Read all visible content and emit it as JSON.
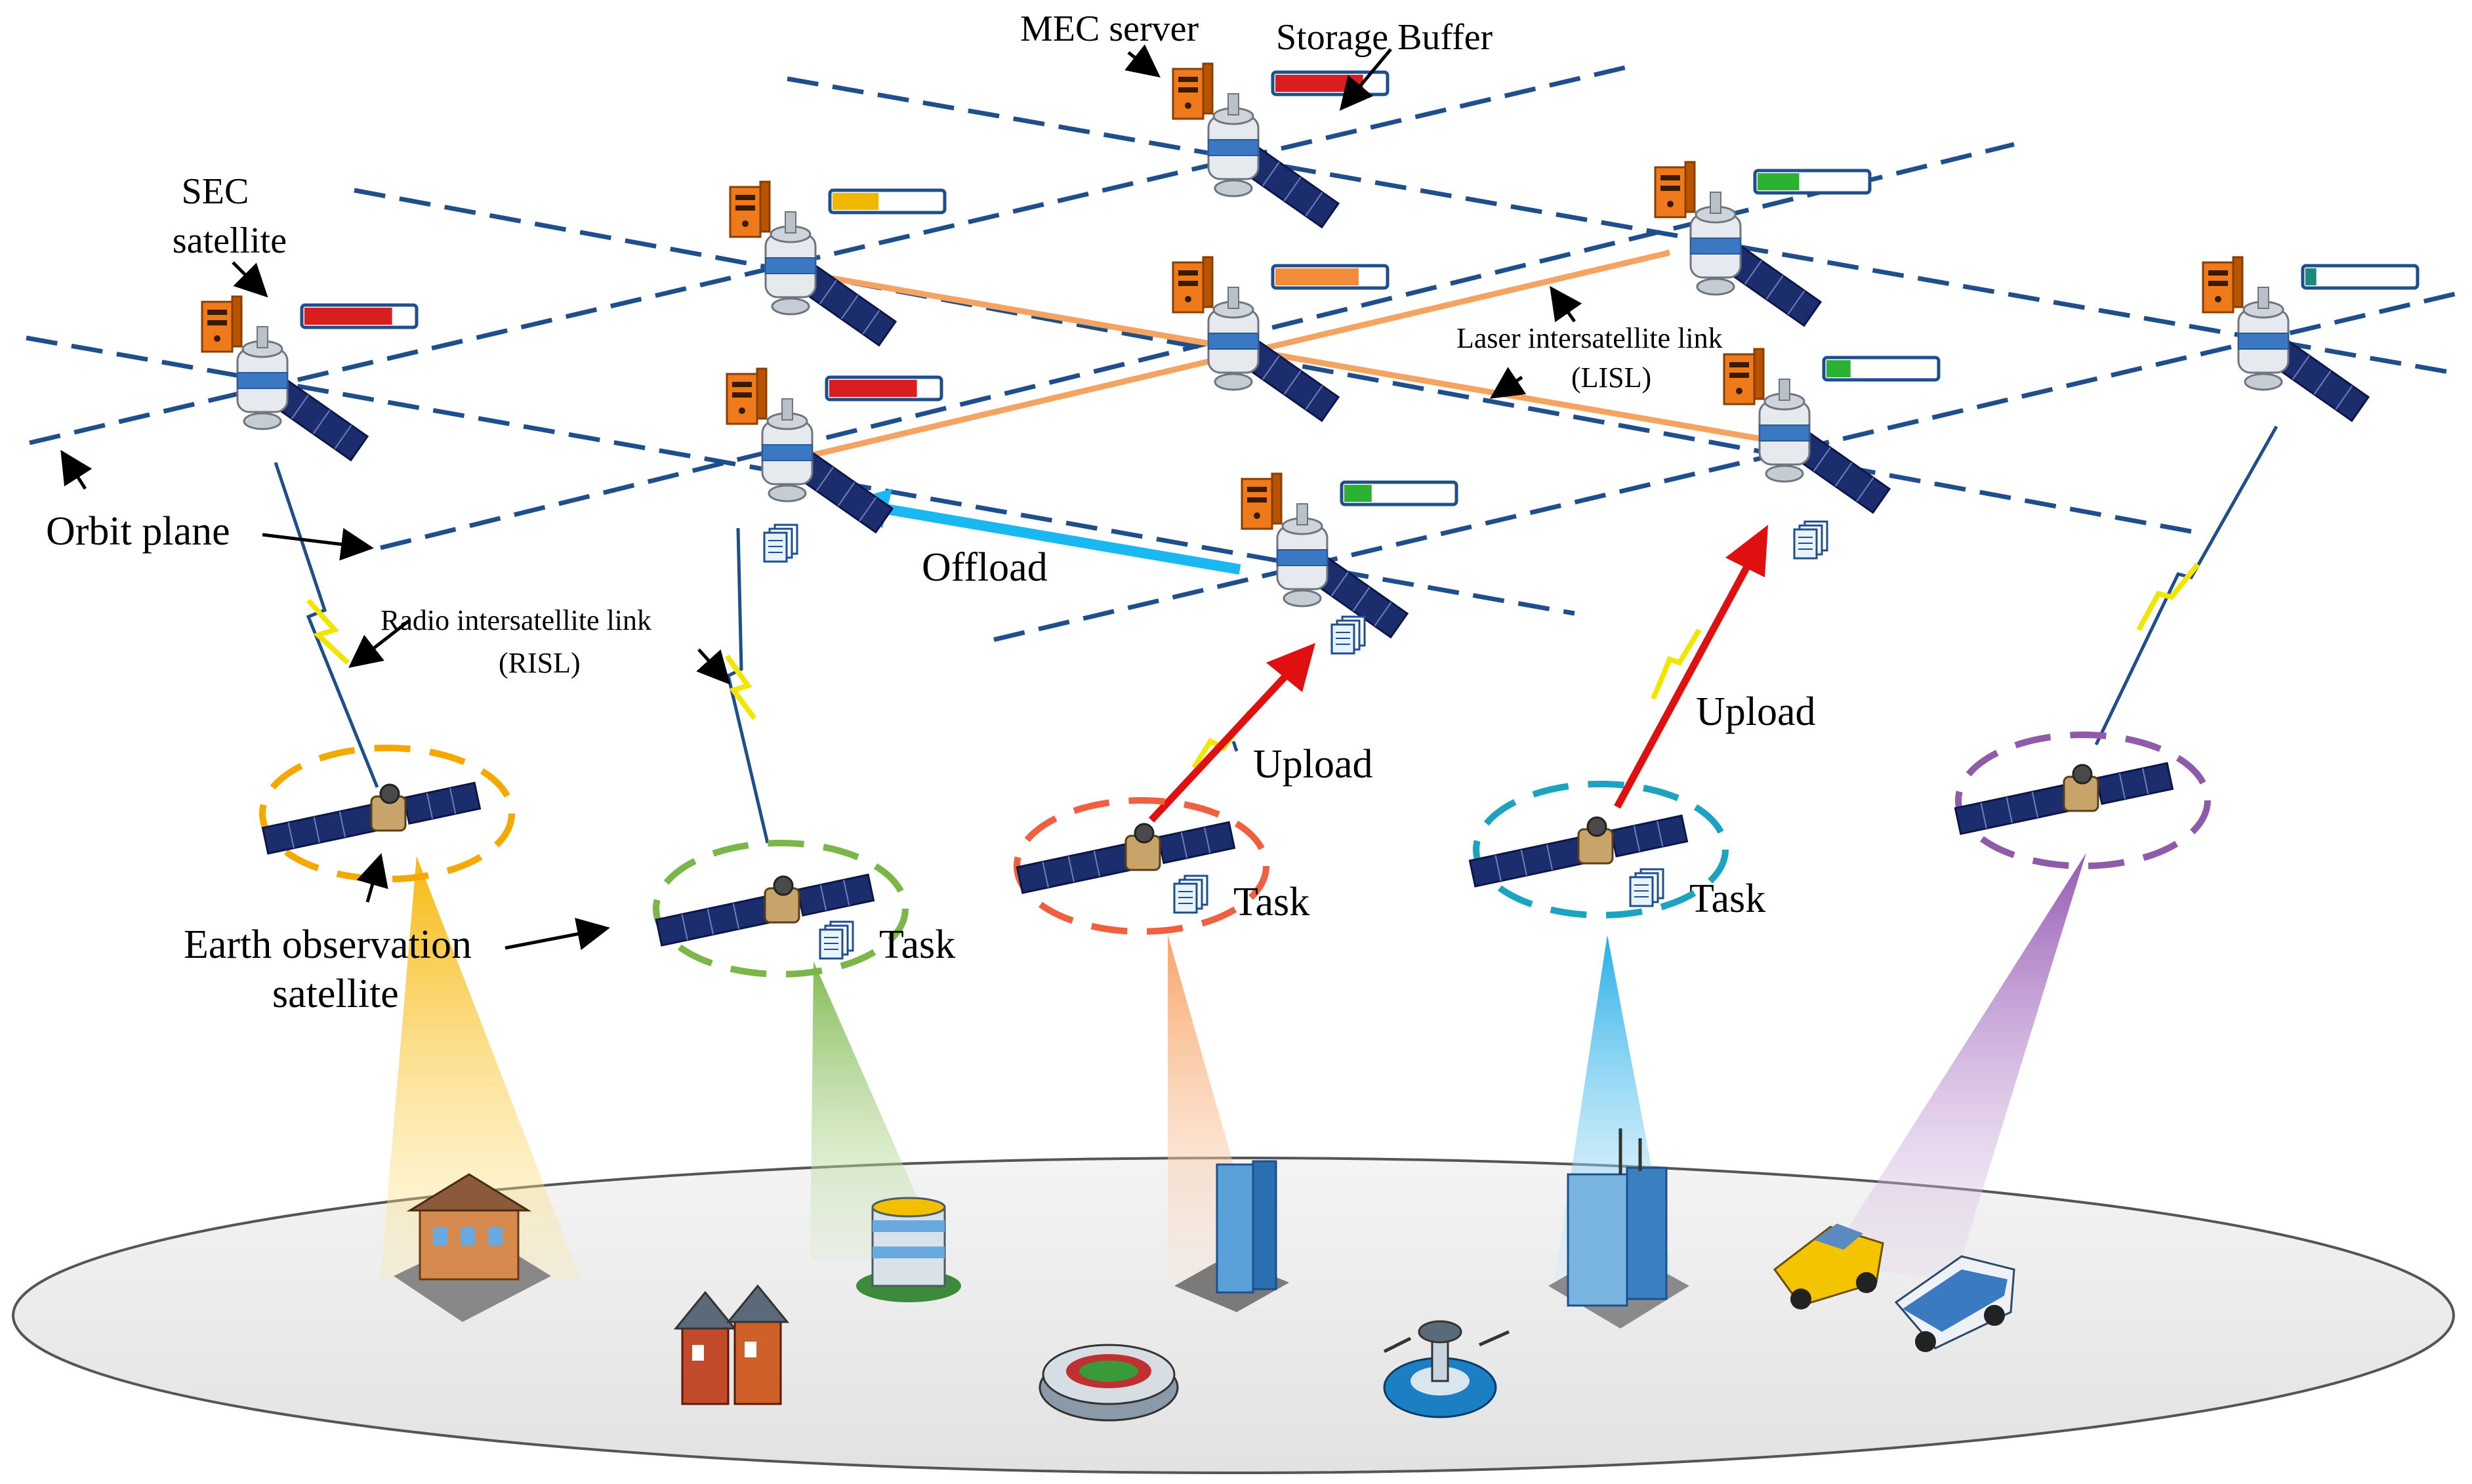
{
  "labels": {
    "mec_server": "MEC server",
    "storage_buffer": "Storage Buffer",
    "sec_satellite_line1": "SEC",
    "sec_satellite_line2": "satellite",
    "orbit_plane": "Orbit plane",
    "laser_link_line1": "Laser intersatellite link",
    "laser_link_line2": "(LISL)",
    "radio_link_line1": "Radio intersatellite link",
    "radio_link_line2": "(RISL)",
    "offload": "Offload",
    "upload_1": "Upload",
    "upload_2": "Upload",
    "earth_obs_line1": "Earth observation",
    "earth_obs_line2": "satellite",
    "task_1": "Task",
    "task_2": "Task",
    "task_3": "Task"
  },
  "sec_satellites": [
    {
      "id": "sec-1",
      "buffer_level": 0.8,
      "buffer_color": "#d81e1e"
    },
    {
      "id": "sec-2",
      "buffer_level": 0.42,
      "buffer_color": "#f2b800"
    },
    {
      "id": "sec-3",
      "buffer_level": 0.8,
      "buffer_color": "#d81e1e"
    },
    {
      "id": "sec-4",
      "buffer_level": 0.38,
      "buffer_color": "#2bb232"
    },
    {
      "id": "sec-5",
      "buffer_level": 0.76,
      "buffer_color": "#f28c3a"
    },
    {
      "id": "sec-6",
      "buffer_level": 0.22,
      "buffer_color": "#2bb232"
    },
    {
      "id": "sec-7",
      "buffer_level": 0.8,
      "buffer_color": "#d81e1e"
    },
    {
      "id": "sec-8",
      "buffer_level": 0.25,
      "buffer_color": "#2bb232"
    },
    {
      "id": "sec-9",
      "buffer_level": 0.1,
      "buffer_color": "#1a8a7a"
    }
  ],
  "eo_satellites": [
    {
      "id": "eo-1",
      "ring_color": "#f5a800"
    },
    {
      "id": "eo-2",
      "ring_color": "#7ab648"
    },
    {
      "id": "eo-3",
      "ring_color": "#f06040"
    },
    {
      "id": "eo-4",
      "ring_color": "#1ba3c0"
    },
    {
      "id": "eo-5",
      "ring_color": "#8f5aa8"
    }
  ],
  "colors": {
    "orbit_line": "#1f4e8c",
    "laser_link": "#f4a460",
    "offload_arrow": "#1ab8f0",
    "upload_arrow": "#e01010",
    "radio_link": "#1f4e8c",
    "radio_bolt": "#f2e600",
    "ground": "#eeeeee"
  }
}
